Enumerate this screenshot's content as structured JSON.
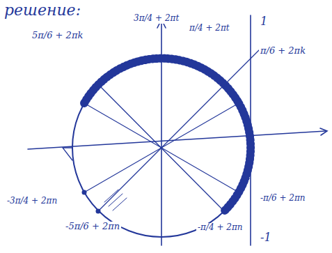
{
  "diagram": {
    "labels": [
      "решение:",
      "3π/4 + 2πt",
      "π/4 + 2πt",
      "1",
      "5π/6 + 2πk",
      "π/6 + 2πk",
      "-3π/4 + 2πn",
      "-5π/6 + 2πn",
      "-π/6 + 2πn",
      "-π/4 + 2πn",
      "-1"
    ]
  }
}
